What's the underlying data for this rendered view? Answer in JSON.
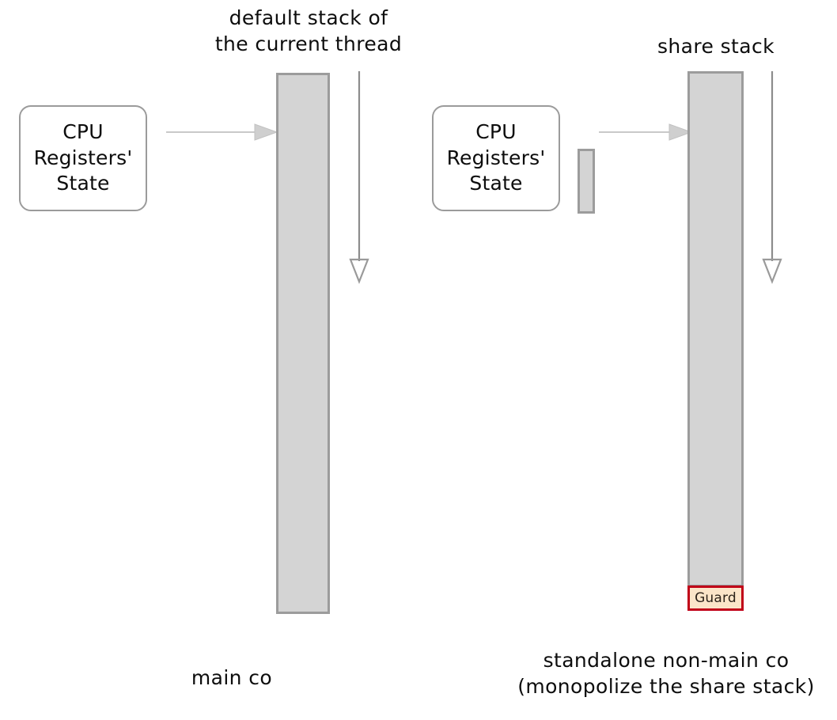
{
  "diagram": {
    "title_left": "default stack of\nthe current thread",
    "title_right": "share stack",
    "caption_left": "main co",
    "caption_right": "standalone non-main co\n(monopolize the share stack)",
    "cpu_box_label": "CPU\nRegisters'\nState",
    "guard_label": "Guard"
  },
  "panels": [
    {
      "id": "main-co",
      "stack_title": "default stack of\nthe current thread",
      "cpu_label": "CPU\nRegisters'\nState",
      "caption": "main co",
      "has_guard": false,
      "has_saved_chunk": false
    },
    {
      "id": "non-main-co",
      "stack_title": "share stack",
      "cpu_label": "CPU\nRegisters'\nState",
      "caption": "standalone non-main co\n(monopolize the share stack)",
      "has_guard": true,
      "guard_label": "Guard",
      "has_saved_chunk": true
    }
  ],
  "colors": {
    "stack_fill": "#d4d4d4",
    "stack_border": "#9c9c9c",
    "box_border": "#9b9b9b",
    "guard_fill": "#fbe5c8",
    "guard_border": "#c00018",
    "arrow_horizontal": "#c9c9c9",
    "arrow_vertical": "#8c8c8c",
    "text": "#0d0d0d",
    "background": "#ffffff"
  },
  "icons": {
    "horizontal_arrow": "arrow-right-icon",
    "vertical_arrow": "arrow-down-growth-icon"
  }
}
